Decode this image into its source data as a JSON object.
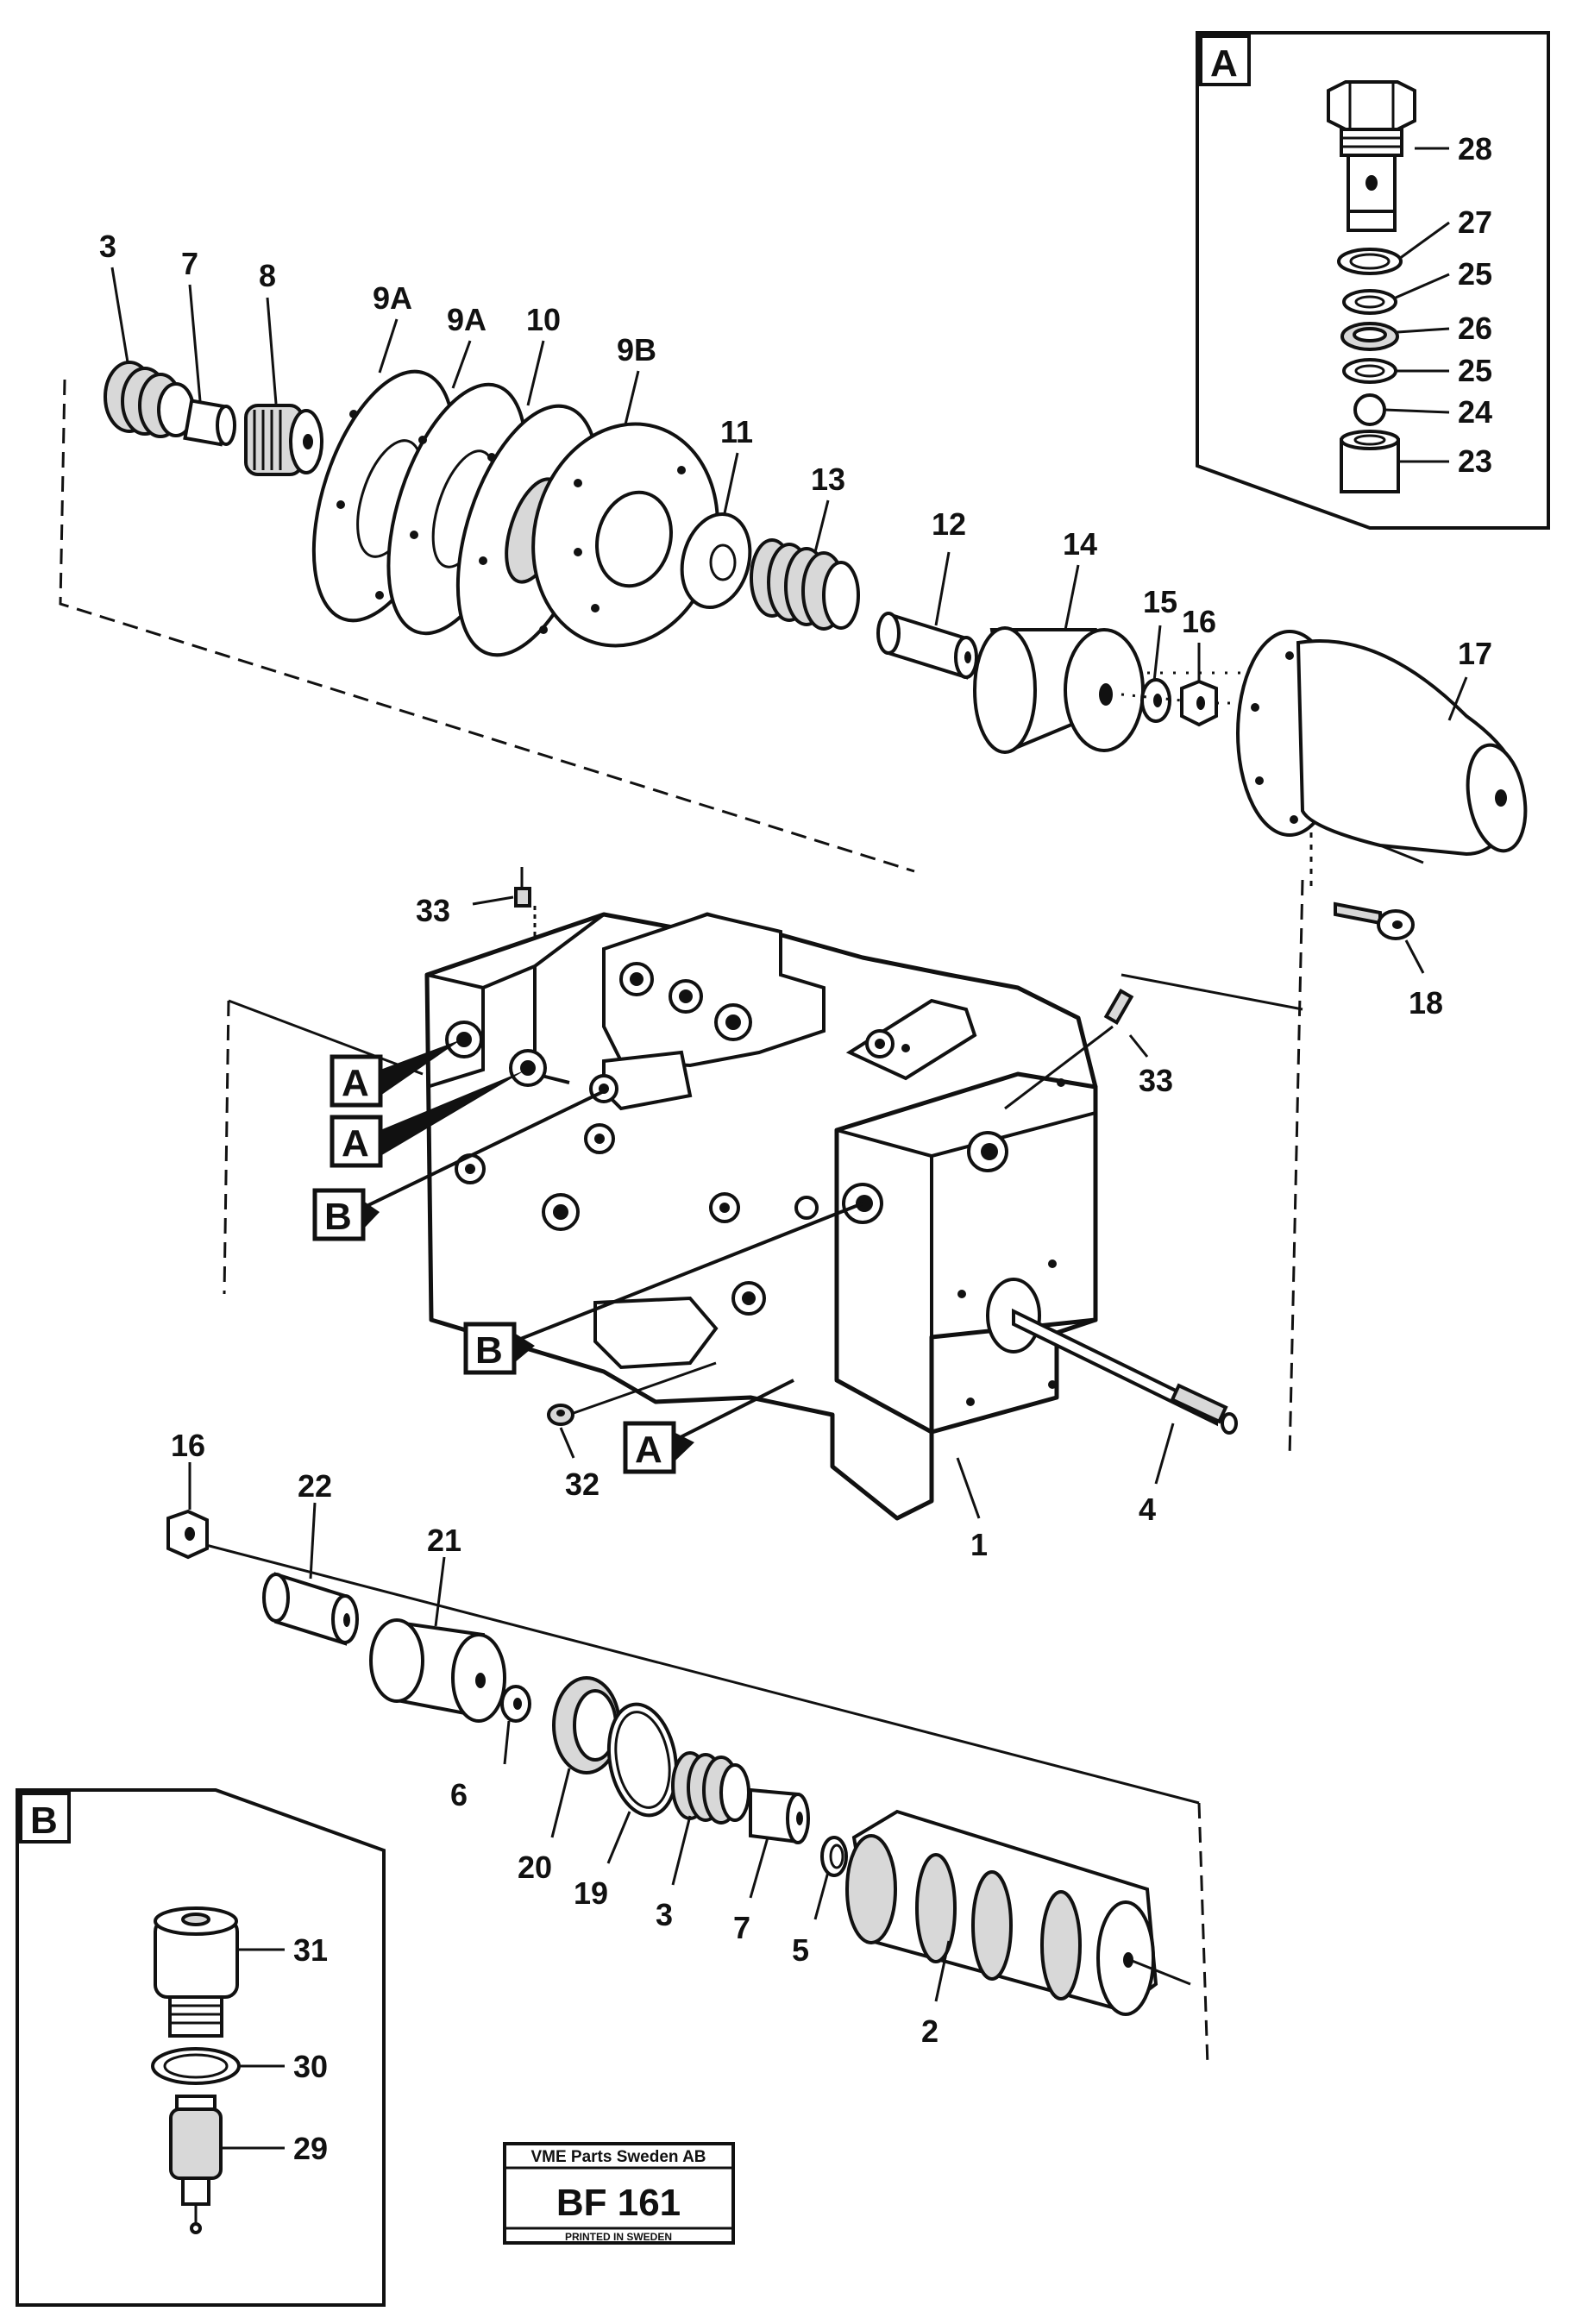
{
  "detail_a": {
    "title": "A",
    "labels": [
      "28",
      "27",
      "25",
      "26",
      "25",
      "24",
      "23"
    ]
  },
  "detail_b": {
    "title": "B",
    "labels": [
      "31",
      "30",
      "29"
    ]
  },
  "upper_assembly": {
    "labels": [
      "3",
      "7",
      "8",
      "9A",
      "9A",
      "10",
      "9B",
      "11",
      "13",
      "12",
      "14",
      "15",
      "16",
      "17",
      "18"
    ]
  },
  "main_body": {
    "labels": [
      "33",
      "33",
      "1",
      "4",
      "32"
    ],
    "callouts": [
      "A",
      "A",
      "B",
      "B",
      "A"
    ]
  },
  "lower_assembly": {
    "labels": [
      "16",
      "22",
      "21",
      "6",
      "20",
      "19",
      "3",
      "7",
      "5",
      "2"
    ]
  },
  "stamp": {
    "company": "VME Parts Sweden AB",
    "code": "BF 161",
    "printed": "PRINTED IN SWEDEN"
  }
}
